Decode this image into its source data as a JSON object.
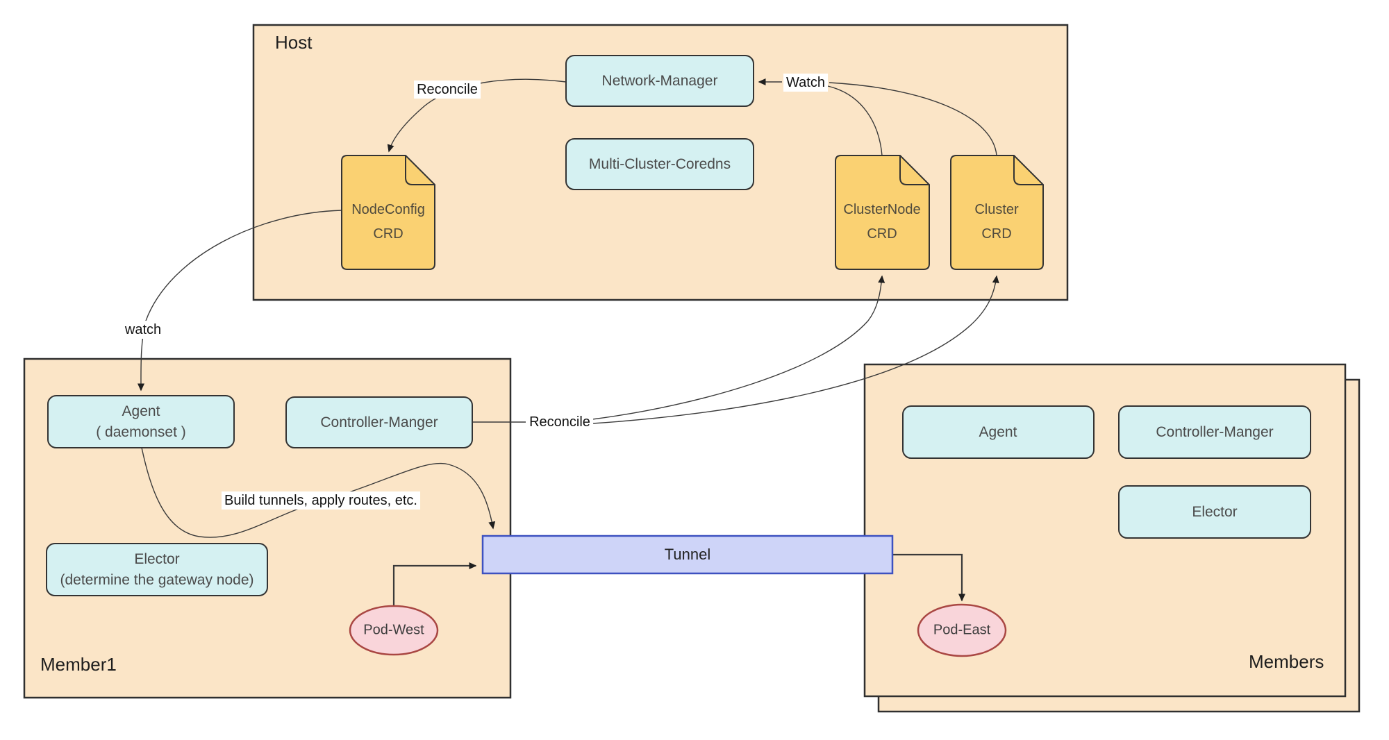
{
  "colors": {
    "container_fill": "#FBE5C7",
    "container_border": "#2F2F2F",
    "node_fill": "#D5F1F2",
    "node_border": "#333333",
    "doc_fill": "#FAD172",
    "doc_border": "#333333",
    "tunnel_fill": "#CED4F8",
    "tunnel_border": "#3D51C0",
    "pod_fill": "#F9D5DA",
    "pod_border": "#A94743",
    "edge": "#3a3a3a",
    "label_background": "#FFFFFF",
    "text": "#4a4a4a"
  },
  "containers": {
    "host": "Host",
    "member1": "Member1",
    "members": "Members"
  },
  "nodes": {
    "network_manager": "Network-Manager",
    "multi_cluster_coredns": "Multi-Cluster-Coredns",
    "agent_m1_line1": "Agent",
    "agent_m1_line2": "( daemonset )",
    "controller_manager_m1": "Controller-Manger",
    "elector_m1_line1": "Elector",
    "elector_m1_line2": "(determine the gateway node)",
    "agent_members": "Agent",
    "controller_manager_members": "Controller-Manger",
    "elector_members": "Elector",
    "tunnel": "Tunnel",
    "pod_west": "Pod-West",
    "pod_east": "Pod-East"
  },
  "docs": {
    "nodeconfig_line1": "NodeConfig",
    "nodeconfig_line2": "CRD",
    "clusternode_line1": "ClusterNode",
    "clusternode_line2": "CRD",
    "cluster_line1": "Cluster",
    "cluster_line2": "CRD"
  },
  "edge_labels": {
    "reconcile_host": "Reconcile",
    "watch_host": "Watch",
    "watch_member": "watch",
    "reconcile_member": "Reconcile",
    "build_tunnels": "Build tunnels, apply routes, etc."
  }
}
